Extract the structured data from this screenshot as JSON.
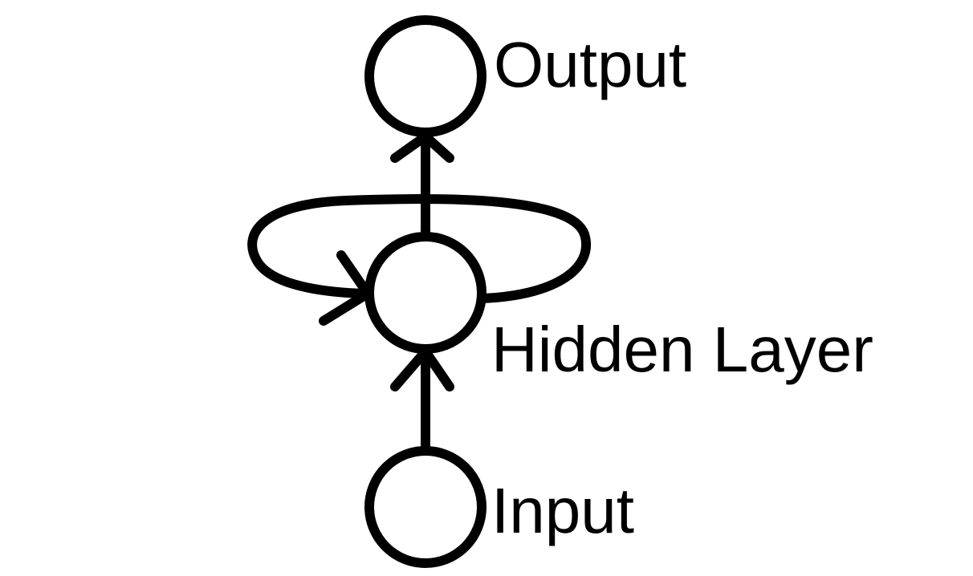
{
  "diagram": {
    "title": "",
    "labels": {
      "output": "Output",
      "hidden": "Hidden Layer",
      "input": "Input"
    },
    "colors": {
      "background": "#ffffff",
      "stroke": "#000000",
      "text": "#000000"
    }
  }
}
